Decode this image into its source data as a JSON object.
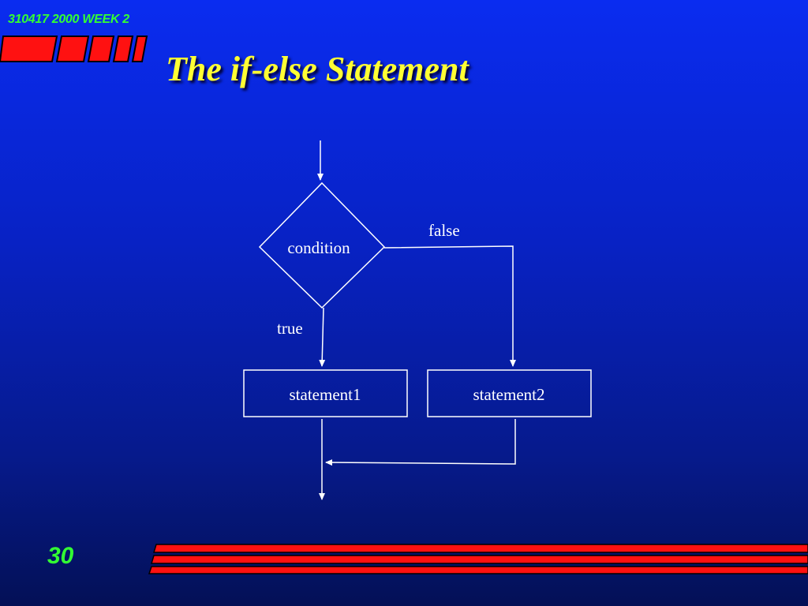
{
  "header": {
    "course_code": "310417 2000 WEEK 2",
    "title": "The if-else Statement"
  },
  "footer": {
    "page_number": "30"
  },
  "flowchart": {
    "condition_label": "condition",
    "false_label": "false",
    "true_label": "true",
    "statement1_label": "statement1",
    "statement2_label": "statement2"
  },
  "colors": {
    "title": "#ffff33",
    "course_code": "#33ff33",
    "stripes": "#ff1111",
    "lines": "#ffffff"
  }
}
